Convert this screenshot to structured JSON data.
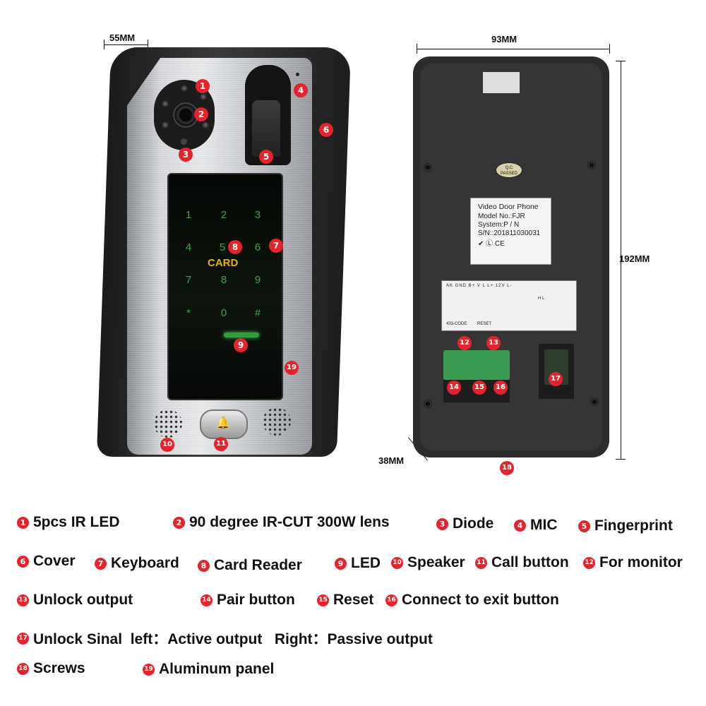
{
  "dimensions": {
    "depth_top": "55MM",
    "width_back": "93MM",
    "height_back": "192MM",
    "depth_bottom": "38MM"
  },
  "keypad": {
    "keys": [
      "1",
      "2",
      "3",
      "4",
      "5",
      "6",
      "7",
      "8",
      "9",
      "*",
      "0",
      "#"
    ],
    "card_text": "CARD"
  },
  "back_label": {
    "title": "Video Door Phone",
    "model": "Model No.:FJR",
    "system": "System:P / N",
    "sn": "S/N::201811030031",
    "marks": "✔ Ⓛ CE"
  },
  "qc_sticker": "Q.C PASSED",
  "wiring_label": {
    "terminals": "AK GND B+ V L L+ 12V L-",
    "left_caption": "433-CODE",
    "reset_caption": "RESET",
    "hl": "H L"
  },
  "markers": {
    "m1": "1",
    "m2": "2",
    "m3": "3",
    "m4": "4",
    "m5": "5",
    "m6": "6",
    "m7": "7",
    "m8": "8",
    "m9": "9",
    "m10": "10",
    "m11": "11",
    "m12": "12",
    "m13": "13",
    "m14": "14",
    "m15": "15",
    "m16": "16",
    "m17": "17",
    "m18": "18",
    "m19": "19"
  },
  "legend": [
    {
      "num": "1",
      "label": "5pcs IR LED"
    },
    {
      "num": "2",
      "label": "90 degree IR-CUT 300W lens"
    },
    {
      "num": "3",
      "label": "Diode"
    },
    {
      "num": "4",
      "label": "MIC"
    },
    {
      "num": "5",
      "label": "Fingerprint"
    },
    {
      "num": "6",
      "label": "Cover"
    },
    {
      "num": "7",
      "label": "Keyboard"
    },
    {
      "num": "8",
      "label": "Card Reader"
    },
    {
      "num": "9",
      "label": "LED"
    },
    {
      "num": "10",
      "label": "Speaker"
    },
    {
      "num": "11",
      "label": "Call button"
    },
    {
      "num": "12",
      "label": "For monitor"
    },
    {
      "num": "13",
      "label": "Unlock output"
    },
    {
      "num": "14",
      "label": "Pair button"
    },
    {
      "num": "15",
      "label": "Reset"
    },
    {
      "num": "16",
      "label": "Connect to exit button"
    },
    {
      "num": "17",
      "label": "Unlock Sinal  left：Active output   Right：Passive output"
    },
    {
      "num": "18",
      "label": "Screws"
    },
    {
      "num": "19",
      "label": "Aluminum panel"
    }
  ],
  "colors": {
    "marker_red": "#e5232c",
    "keypad_green": "#3fa24a",
    "card_yellow": "#e6b400",
    "pcb_green": "#3c9b52"
  }
}
